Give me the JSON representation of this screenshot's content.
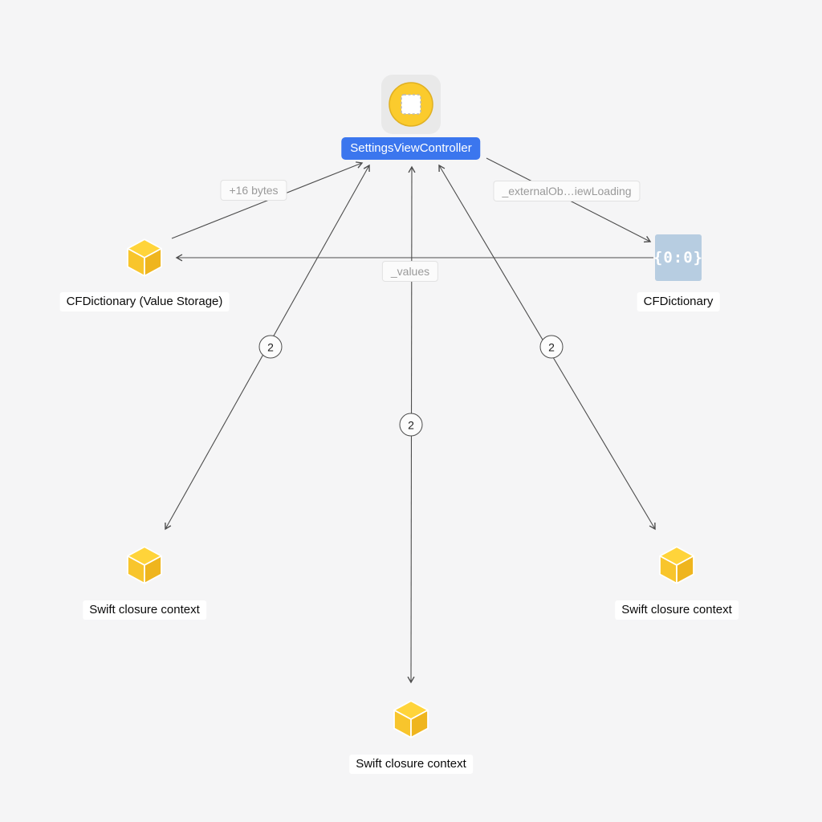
{
  "colors": {
    "background": "#f5f5f6",
    "selection_blue": "#3b76ee",
    "cube_yellow": "#f8c52c",
    "dict_icon_blue": "#b7cde1",
    "edge_gray": "#4d4d4d",
    "edge_label_text": "#9a9a9a"
  },
  "nodes": {
    "controller": {
      "label": "SettingsViewController"
    },
    "value_storage_dict": {
      "label": "CFDictionary (Value Storage)"
    },
    "cfdictionary": {
      "label": "CFDictionary",
      "glyph": "{0:0}"
    },
    "closure_left": {
      "label": "Swift closure context"
    },
    "closure_center": {
      "label": "Swift closure context"
    },
    "closure_right": {
      "label": "Swift closure context"
    }
  },
  "edges": {
    "plus16": {
      "label": "+16 bytes"
    },
    "external": {
      "label": "_externalOb…iewLoading"
    },
    "values": {
      "label": "_values"
    },
    "left_pair": {
      "badge": "2"
    },
    "center_pair": {
      "badge": "2"
    },
    "right_pair": {
      "badge": "2"
    }
  }
}
